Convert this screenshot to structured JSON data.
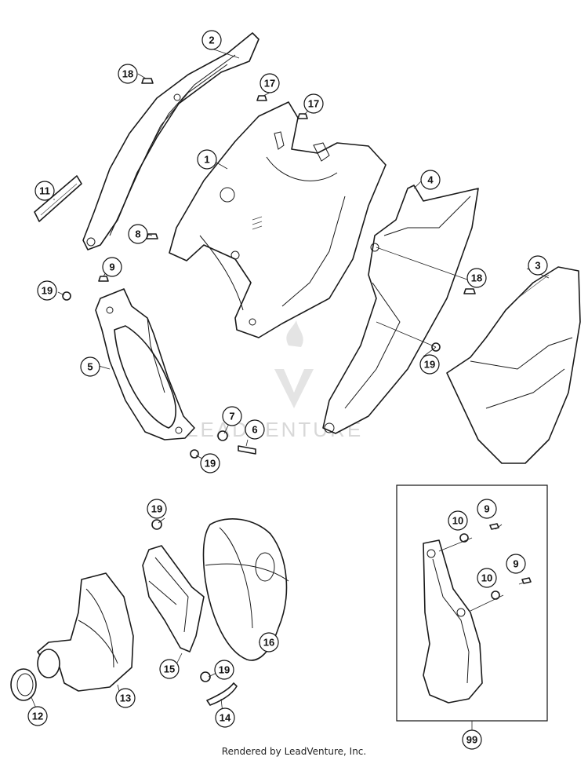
{
  "watermark": {
    "text": "LEADVENTURE"
  },
  "callouts": [
    {
      "label": "2"
    },
    {
      "label": "18"
    },
    {
      "label": "17"
    },
    {
      "label": "17"
    },
    {
      "label": "1"
    },
    {
      "label": "4"
    },
    {
      "label": "11"
    },
    {
      "label": "8"
    },
    {
      "label": "9"
    },
    {
      "label": "19"
    },
    {
      "label": "3"
    },
    {
      "label": "18"
    },
    {
      "label": "5"
    },
    {
      "label": "19"
    },
    {
      "label": "7"
    },
    {
      "label": "6"
    },
    {
      "label": "19"
    },
    {
      "label": "19"
    },
    {
      "label": "9"
    },
    {
      "label": "10"
    },
    {
      "label": "9"
    },
    {
      "label": "10"
    },
    {
      "label": "16"
    },
    {
      "label": "15"
    },
    {
      "label": "19"
    },
    {
      "label": "13"
    },
    {
      "label": "12"
    },
    {
      "label": "14"
    },
    {
      "label": "99"
    }
  ],
  "footer": {
    "text": "Rendered by LeadVenture, Inc."
  }
}
